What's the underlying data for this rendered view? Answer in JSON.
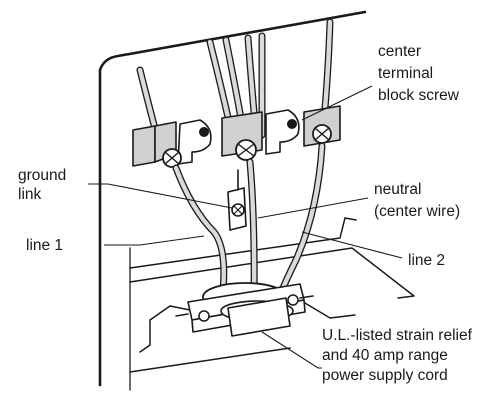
{
  "labels": {
    "center_terminal": [
      "center",
      "terminal",
      "block screw"
    ],
    "ground_link": [
      "ground",
      "link"
    ],
    "neutral": [
      "neutral",
      "(center wire)"
    ],
    "line1": [
      "line 1"
    ],
    "line2": [
      "line 2"
    ],
    "strain_relief": [
      "U.L.-listed strain relief",
      "and 40 amp range",
      "power supply cord"
    ]
  }
}
